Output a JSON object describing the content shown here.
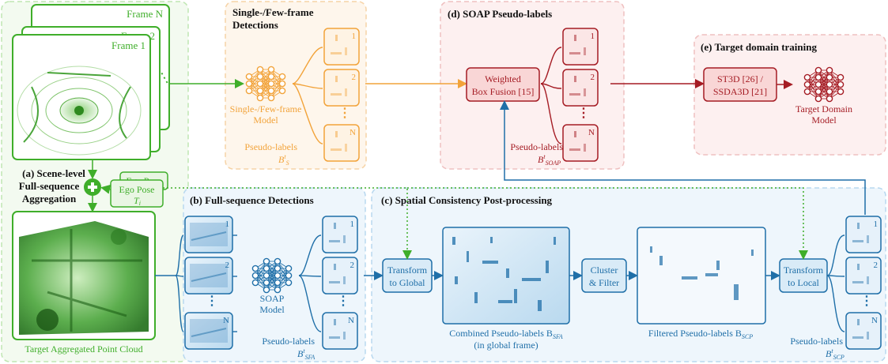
{
  "colors": {
    "green": "#3fae2a",
    "green_light": "#e9f6e3",
    "orange": "#f2a33a",
    "red": "#a51c24",
    "red_light": "#f9d6d6",
    "blue": "#1f6fa8",
    "blue_light": "#d9ebf7"
  },
  "frames": {
    "frame_n": "Frame N",
    "frame_2": "Frame 2",
    "frame_1": "Frame 1"
  },
  "section_a": {
    "title_line1": "(a) Scene-level",
    "title_line2": "Full-sequence",
    "title_line3": "Aggregation",
    "ego_pose_back": "Ego Pose",
    "ego_pose_front": "Ego Pose",
    "ego_pose_symbol": "T",
    "ego_pose_sub": "i",
    "aggregated_caption": "Target Aggregated Point Cloud"
  },
  "section_single": {
    "title_line1": "Single-/Few-frame",
    "title_line2": "Detections",
    "model_line1": "Single-/Few-frame",
    "model_line2": "Model",
    "pseudo_label": "Pseudo-labels",
    "pseudo_symbol": "B",
    "pseudo_sup": "t",
    "pseudo_sub": "S",
    "card_labels": [
      "1",
      "2",
      "N"
    ]
  },
  "section_d": {
    "title": "(d) SOAP Pseudo-labels",
    "wbf_line1": "Weighted",
    "wbf_line2": "Box Fusion [15]",
    "pseudo_label": "Pseudo-labels",
    "pseudo_symbol": "B",
    "pseudo_sup": "t",
    "pseudo_sub": "SOAP",
    "card_labels": [
      "1",
      "2",
      "N"
    ]
  },
  "section_e": {
    "title": "(e) Target domain training",
    "box_line1": "ST3D [26] /",
    "box_line2": "SSDA3D [21]",
    "model_line1": "Target Domain",
    "model_line2": "Model"
  },
  "section_b": {
    "title": "(b) Full-sequence Detections",
    "model_line1": "SOAP",
    "model_line2": "Model",
    "pseudo_label": "Pseudo-labels",
    "pseudo_symbol": "B",
    "pseudo_sup": "t",
    "pseudo_sub": "SFA",
    "card_labels": [
      "1",
      "2",
      "N"
    ],
    "input_labels": [
      "1",
      "2",
      "N"
    ]
  },
  "section_c": {
    "title": "(c) Spatial Consistency Post-processing",
    "transform_global_line1": "Transform",
    "transform_global_line2": "to Global",
    "combined_line1_prefix": "Combined Pseudo-labels B",
    "combined_line1_sub": "SFA",
    "combined_line2": "(in global frame)",
    "cluster_line1": "Cluster",
    "cluster_line2": "& Filter",
    "filtered_prefix": "Filtered Pseudo-labels B",
    "filtered_sub": "SCP",
    "transform_local_line1": "Transform",
    "transform_local_line2": "to Local",
    "pseudo_label": "Pseudo-labels",
    "pseudo_symbol": "B",
    "pseudo_sup": "t",
    "pseudo_sub": "SCP",
    "card_labels": [
      "1",
      "2",
      "N"
    ]
  },
  "ellipsis": "⋮"
}
